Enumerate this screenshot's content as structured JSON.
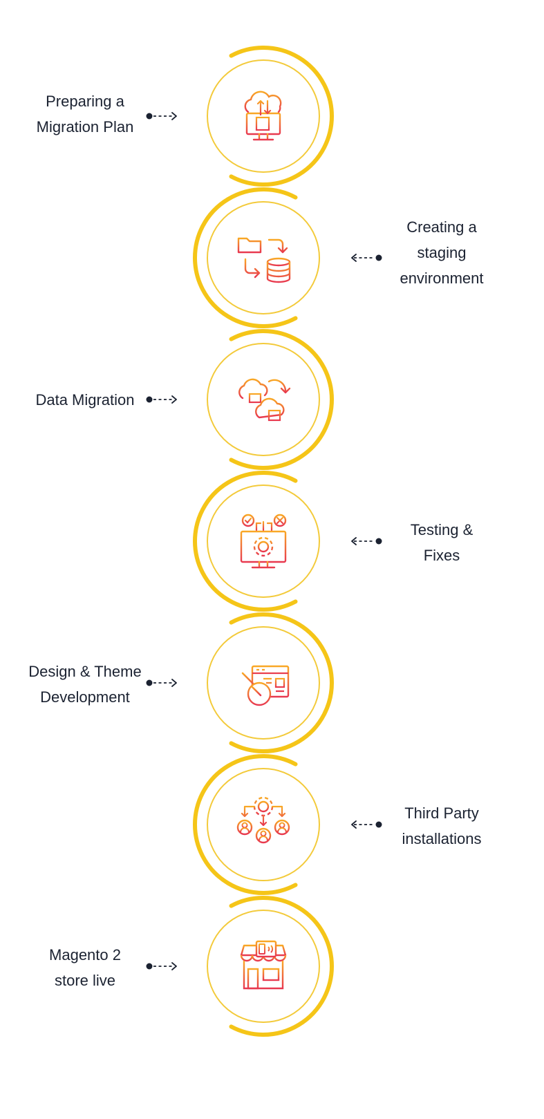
{
  "colors": {
    "ring": "#f5c518",
    "ring_inner": "#f3ca3a",
    "connector": "#1b2231",
    "icon_gradient_top": "#f9a825",
    "icon_gradient_bottom": "#e8384f",
    "text": "#1b2231"
  },
  "steps": [
    {
      "lines": [
        "Preparing a",
        "Migration Plan"
      ],
      "icon": "cloud-monitor-sync-icon"
    },
    {
      "lines": [
        "Creating a",
        "staging",
        "environment"
      ],
      "icon": "folder-database-transfer-icon"
    },
    {
      "lines": [
        "Data Migration"
      ],
      "icon": "cloud-to-cloud-transfer-icon"
    },
    {
      "lines": [
        "Testing &",
        "Fixes"
      ],
      "icon": "monitor-gear-testing-icon"
    },
    {
      "lines": [
        "Design & Theme",
        "Development"
      ],
      "icon": "browser-paint-brush-icon"
    },
    {
      "lines": [
        "Third Party",
        "installations"
      ],
      "icon": "gear-users-network-icon"
    },
    {
      "lines": [
        "Magento 2",
        "store live"
      ],
      "icon": "storefront-icon"
    }
  ]
}
